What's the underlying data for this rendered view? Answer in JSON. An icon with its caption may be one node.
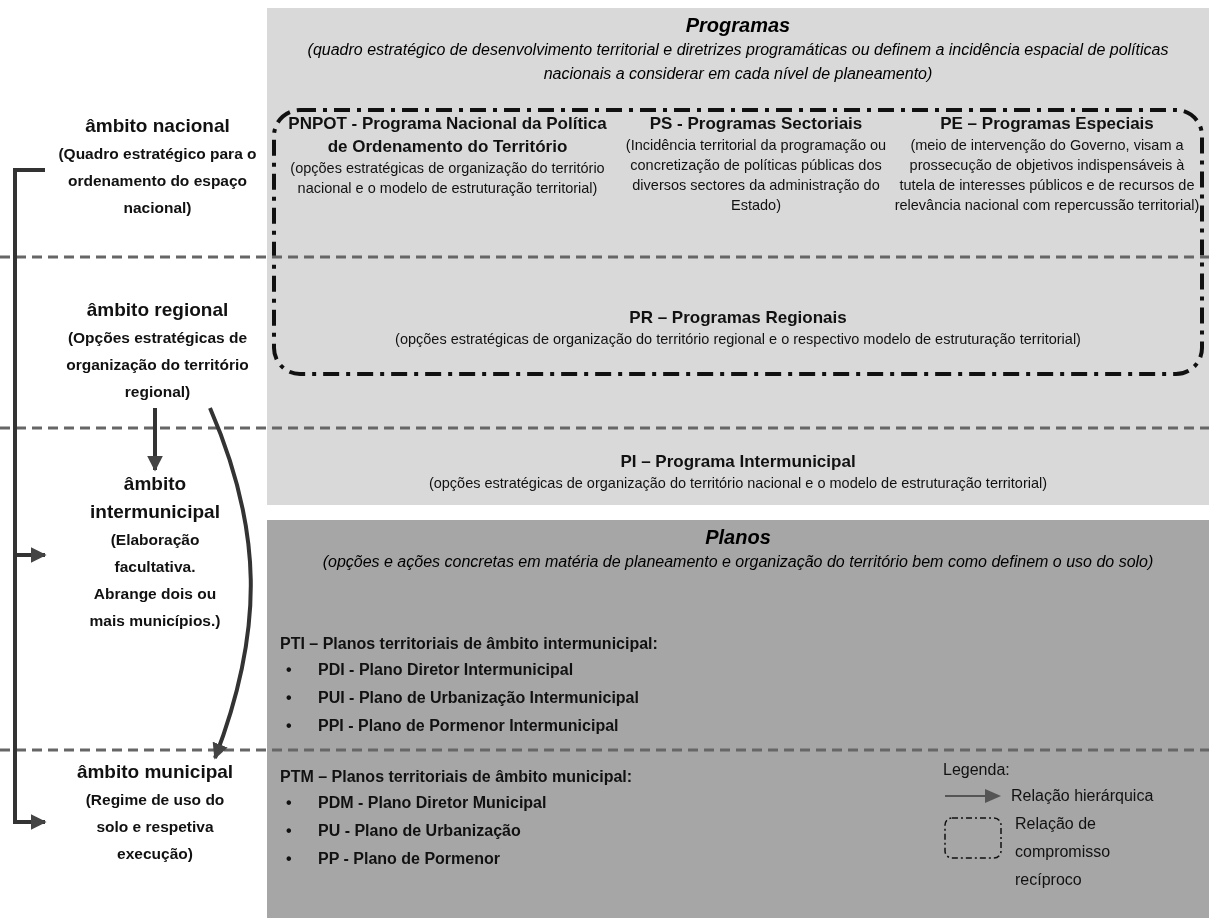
{
  "diagram": {
    "nodes": [
      {
        "text": [
          "Programas",
          "(quadro estratégico de desenvolvimento territorial e diretrizes programáticas ou definem a incidência espacial de políticas nacionais a considerar em cada nível de planeamento)"
        ]
      },
      {
        "text": [],
        "shape": "box",
        "in": 0
      },
      {
        "text": [
          "PNPOT - Programa Nacional da Política de Ordenamento do Território",
          "(opções estratégicas de organização do território nacional e o modelo de estruturação territorial)"
        ],
        "in": 1
      },
      {
        "text": [
          "PS - Programas Sectoriais",
          "(Incidência territorial da programação ou concretização de políticas públicas dos diversos sectores da administração do Estado)"
        ],
        "in": 1
      },
      {
        "text": [
          "PE – Programas Especiais",
          "(meio de intervenção do Governo, visam a prossecução de objetivos indispensáveis à tutela de interesses públicos e de recursos de relevância nacional com repercussão territorial)"
        ],
        "in": 1
      },
      {
        "text": [
          "PR – Programas Regionais",
          "(opções estratégicas de organização do território regional e o respectivo modelo de estruturação territorial)"
        ],
        "in": 1
      },
      {
        "text": [
          "PI – Programa Intermunicipal",
          "(opções estratégicas de organização do território nacional e o modelo de estruturação territorial)"
        ],
        "in": 0
      },
      {
        "text": [
          "Planos",
          "(opções e ações concretas em matéria de planeamento e organização do território bem como definem o uso do solo)"
        ]
      },
      {
        "text": [
          "âmbito nacional",
          "(Quadro estratégico para o ordenamento do espaço nacional)"
        ]
      },
      {
        "text": [
          "âmbito regional",
          "(Opções estratégicas de organização do território regional)"
        ]
      },
      {
        "text": [
          "âmbito intermunicipal",
          "(Elaboração facultativa. Abrange dois ou mais municípios.)"
        ]
      },
      {
        "text": [
          "âmbito municipal",
          "(Regime de uso do solo e respetiva execução)"
        ]
      }
    ],
    "edges": [
      {
        "from": 8,
        "to": 10,
        "arrow": "to"
      },
      {
        "from": 8,
        "to": 11,
        "arrow": "to"
      },
      {
        "from": 9,
        "to": 10,
        "arrow": "to"
      },
      {
        "from": 9,
        "to": 11,
        "arrow": "to"
      }
    ],
    "labels": [
      "PTI – Planos territoriais de âmbito intermunicipal:",
      "•",
      "PDI - Plano Diretor Intermunicipal",
      "•",
      "PUI - Plano de Urbanização Intermunicipal",
      "•",
      "PPI - Plano de Pormenor Intermunicipal",
      "PTM – Planos territoriais de âmbito municipal:",
      "•",
      "PDM - Plano Diretor Municipal",
      "•",
      "PU - Plano de Urbanização",
      "•",
      "PP - Plano de Pormenor",
      "Legenda:"
    ],
    "legend": [
      {
        "text": "Relação hierárquica"
      },
      {
        "text": "Relação de compromisso recíproco"
      }
    ]
  }
}
